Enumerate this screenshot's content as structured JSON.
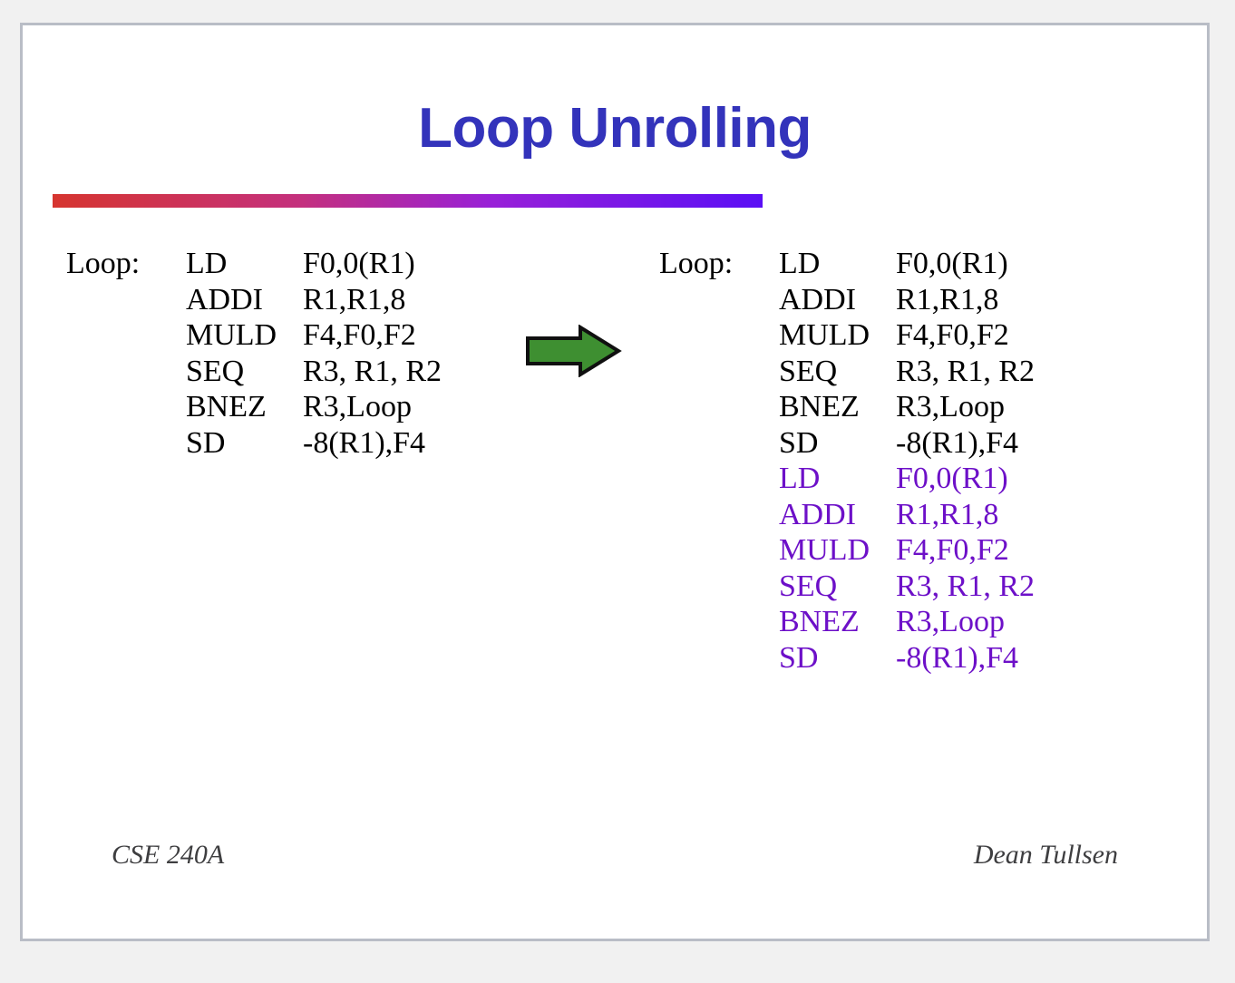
{
  "slide": {
    "title": "Loop Unrolling",
    "title_color": "#3333bb",
    "rule_gradient_from": "#d6352f",
    "rule_gradient_to": "#5a0ff5",
    "background": "#ffffff",
    "page_background": "#f1f1f1",
    "border_color": "#b9bdc6"
  },
  "arrow": {
    "name": "green-right-arrow",
    "fill": "#3e8f31",
    "stroke": "#101010"
  },
  "code_left": {
    "label": "Loop:",
    "lines": [
      {
        "label": "Loop:",
        "op": "LD",
        "args": "F0,0(R1)",
        "color": "black"
      },
      {
        "label": "",
        "op": "ADDI",
        "args": "R1,R1,8",
        "color": "black"
      },
      {
        "label": "",
        "op": "MULD",
        "args": "F4,F0,F2",
        "color": "black"
      },
      {
        "label": "",
        "op": "SEQ",
        "args": "R3, R1, R2",
        "color": "black"
      },
      {
        "label": "",
        "op": "BNEZ",
        "args": "R3,Loop",
        "color": "black"
      },
      {
        "label": "",
        "op": "SD",
        "args": "-8(R1),F4",
        "color": "black"
      }
    ]
  },
  "code_right": {
    "label": "Loop:",
    "lines": [
      {
        "label": "Loop:",
        "op": "LD",
        "args": "F0,0(R1)",
        "color": "black"
      },
      {
        "label": "",
        "op": "ADDI",
        "args": "R1,R1,8",
        "color": "black"
      },
      {
        "label": "",
        "op": "MULD",
        "args": "F4,F0,F2",
        "color": "black"
      },
      {
        "label": "",
        "op": "SEQ",
        "args": "R3, R1, R2",
        "color": "black"
      },
      {
        "label": "",
        "op": "BNEZ",
        "args": "R3,Loop",
        "color": "black"
      },
      {
        "label": "",
        "op": "SD",
        "args": "-8(R1),F4",
        "color": "black"
      },
      {
        "label": "",
        "op": "LD",
        "args": "F0,0(R1)",
        "color": "purple"
      },
      {
        "label": "",
        "op": "ADDI",
        "args": "R1,R1,8",
        "color": "purple"
      },
      {
        "label": "",
        "op": "MULD",
        "args": "F4,F0,F2",
        "color": "purple"
      },
      {
        "label": "",
        "op": "SEQ",
        "args": "R3, R1, R2",
        "color": "purple"
      },
      {
        "label": "",
        "op": "BNEZ",
        "args": "R3,Loop",
        "color": "purple"
      },
      {
        "label": "",
        "op": "SD",
        "args": "-8(R1),F4",
        "color": "purple"
      }
    ],
    "unrolled_color": "#6d10c8"
  },
  "footer": {
    "course": "CSE 240A",
    "author": "Dean Tullsen"
  }
}
